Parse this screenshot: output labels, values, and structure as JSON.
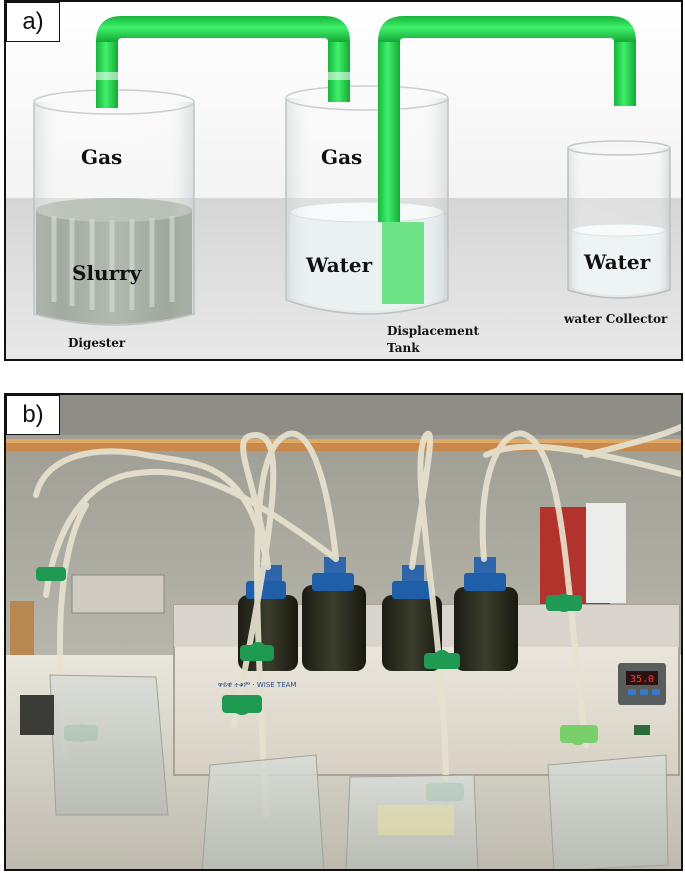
{
  "panel_a": {
    "label": "a)",
    "digester": {
      "gas_label": "Gas",
      "content_label": "Slurry",
      "caption": "Digester"
    },
    "displacement_tank": {
      "gas_label": "Gas",
      "content_label": "Water",
      "caption_line1": "Displacement",
      "caption_line2": "Tank"
    },
    "water_collector": {
      "content_label": "Water",
      "caption": "water Collector"
    }
  },
  "panel_b": {
    "label": "b)",
    "display_readout": "35.0",
    "bag_text": "ዋይዊ ተቁም · WISE TEAM"
  },
  "colors": {
    "pipe_green": "#22d14a",
    "slurry_gray": "#8f9a8a",
    "water_tint": "#e4ecec",
    "frame": "#111111",
    "tap_green": "#1f9a52",
    "bottle_cap_blue": "#1f5ea8"
  }
}
